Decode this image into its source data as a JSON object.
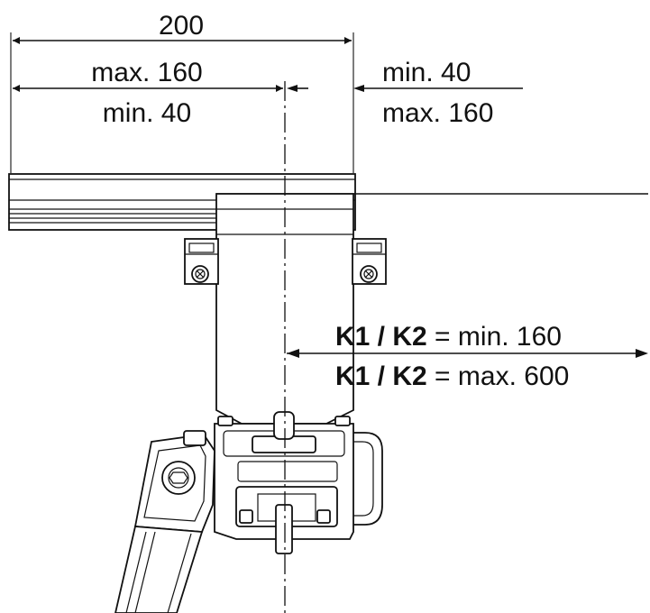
{
  "dimensions": {
    "overall_width": "200",
    "left_upper": "max. 160",
    "left_lower": "min. 40",
    "right_upper": "min. 40",
    "right_lower": "max. 160"
  },
  "k_spec": [
    {
      "key": "K1 / K2",
      "sep": " = ",
      "value": "min. 160"
    },
    {
      "key": "K1 / K2",
      "sep": " = ",
      "value": "max. 600"
    }
  ]
}
